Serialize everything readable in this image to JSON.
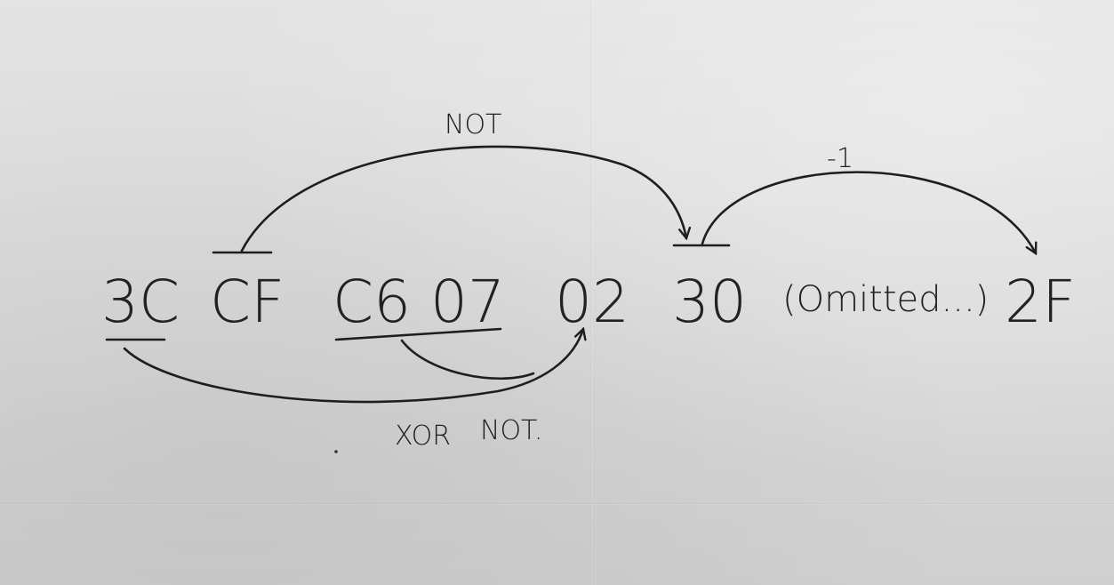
{
  "tokens": {
    "t_3c": "3C",
    "t_cf": "CF",
    "t_c6": "C6",
    "t_07": "07",
    "t_02": "02",
    "t_30": "30",
    "t_omitted": "(Omitted...)",
    "t_2f": "2F"
  },
  "operations": {
    "not_top": "NOT",
    "minus_one": "-1",
    "xor": "XOR",
    "not_bottom": "NOT."
  },
  "ink_color": "#222222"
}
